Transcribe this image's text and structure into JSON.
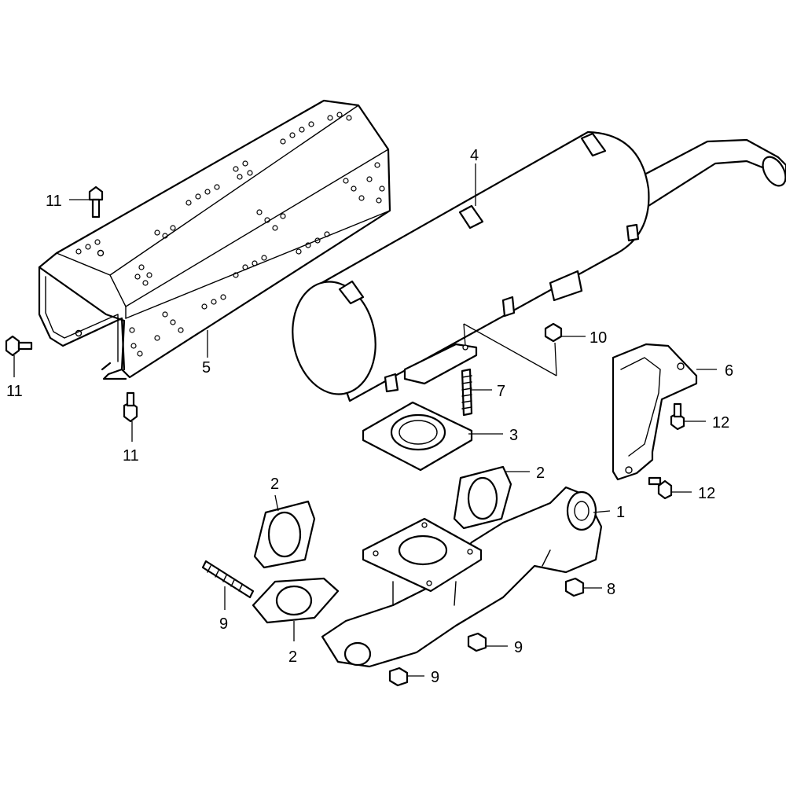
{
  "diagram": {
    "callouts": [
      {
        "id": "c1",
        "text": "1"
      },
      {
        "id": "c2a",
        "text": "2"
      },
      {
        "id": "c2b",
        "text": "2"
      },
      {
        "id": "c2c",
        "text": "2"
      },
      {
        "id": "c3",
        "text": "3"
      },
      {
        "id": "c4",
        "text": "4"
      },
      {
        "id": "c5",
        "text": "5"
      },
      {
        "id": "c6",
        "text": "6"
      },
      {
        "id": "c7",
        "text": "7"
      },
      {
        "id": "c8",
        "text": "8"
      },
      {
        "id": "c9a",
        "text": "9"
      },
      {
        "id": "c9b",
        "text": "9"
      },
      {
        "id": "c9c",
        "text": "9"
      },
      {
        "id": "c10",
        "text": "10"
      },
      {
        "id": "c11a",
        "text": "11"
      },
      {
        "id": "c11b",
        "text": "11"
      },
      {
        "id": "c11c",
        "text": "11"
      },
      {
        "id": "c12a",
        "text": "12"
      },
      {
        "id": "c12b",
        "text": "12"
      }
    ]
  }
}
